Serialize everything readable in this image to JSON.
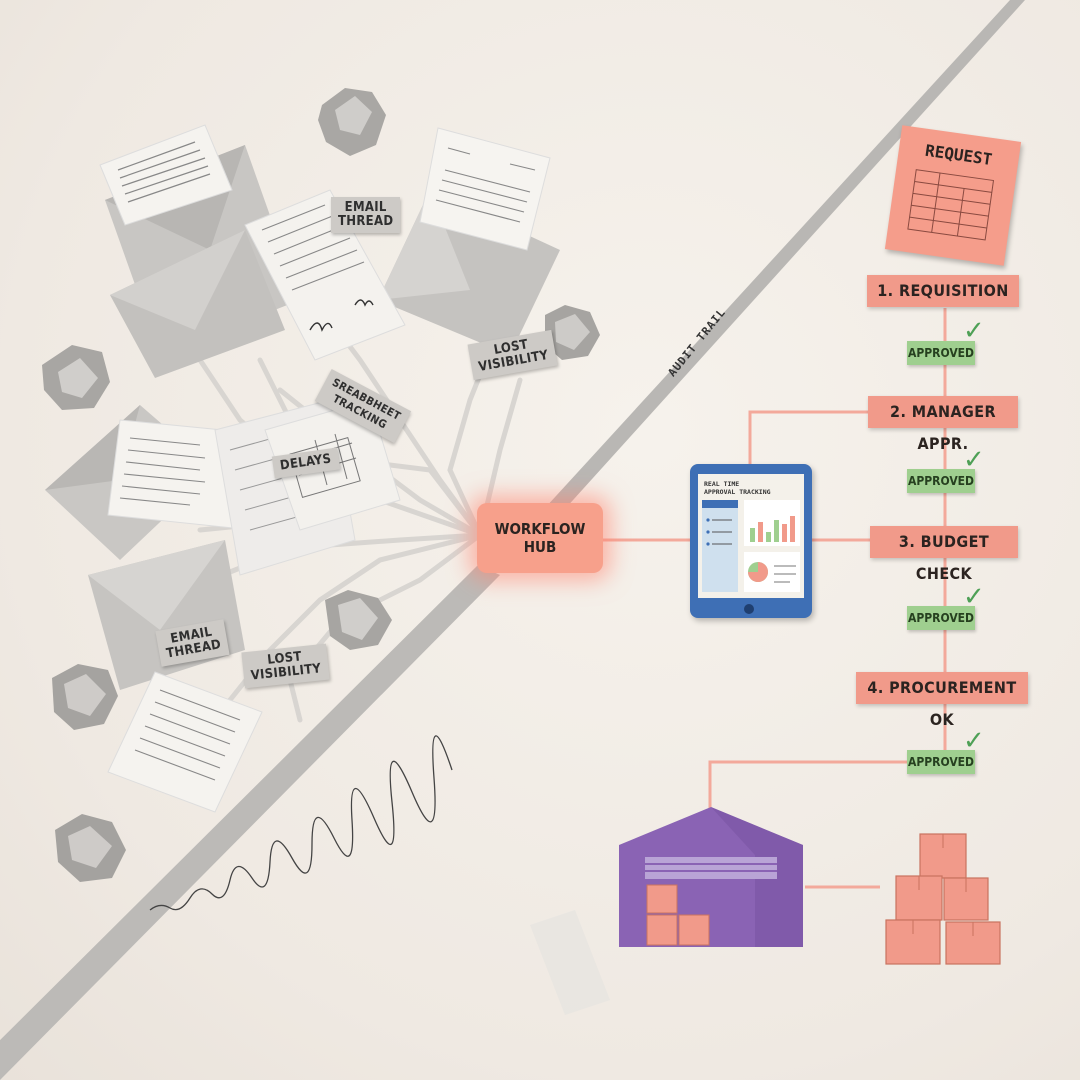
{
  "chaos": {
    "tags": [
      {
        "name": "email-thread-tag-top",
        "text": "EMAIL\nTHREAD"
      },
      {
        "name": "lost-visibility-tag-top",
        "text": "LOST\nVISIBILITY"
      },
      {
        "name": "spreadsheet-tracking-tag",
        "text": "SREABBHEET\nTRACKING"
      },
      {
        "name": "delays-tag",
        "text": "DELAYS"
      },
      {
        "name": "email-thread-tag-bottom",
        "text": "EMAIL\nTHREAD"
      },
      {
        "name": "lost-visibility-tag-bottom",
        "text": "LOST\nVISIBILITY"
      }
    ]
  },
  "hub": {
    "label": "WORKFLOW\nHUB"
  },
  "audit_trail": {
    "label": "AUDIT TRAIL"
  },
  "request": {
    "title": "REQUEST"
  },
  "tablet": {
    "title": "REAL TIME\nAPPROVAL TRACKING"
  },
  "steps": [
    {
      "label": "1. REQUISITION"
    },
    {
      "label": "2. MANAGER APPR."
    },
    {
      "label": "3. BUDGET CHECK"
    },
    {
      "label": "4. PROCUREMENT OK"
    }
  ],
  "approvals": [
    {
      "label": "APPROVED"
    },
    {
      "label": "APPROVED"
    },
    {
      "label": "APPROVED"
    },
    {
      "label": "APPROVED"
    }
  ],
  "icons": {
    "check": "checkmark-icon",
    "warehouse": "warehouse-icon",
    "boxes": "boxes-icon"
  },
  "colors": {
    "coral": "#f19a8a",
    "approved_green": "#9fcf8f",
    "check_green": "#4ea056",
    "paper_grey": "#cdcac6",
    "warehouse_purple": "#8a63b4",
    "tablet_blue": "#3e6fb5"
  }
}
